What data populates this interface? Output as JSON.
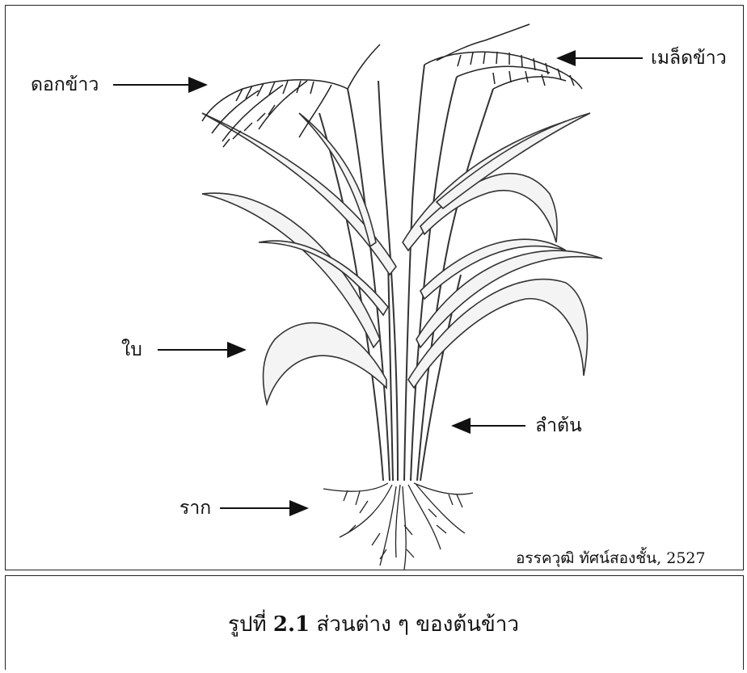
{
  "labels": {
    "flower": "ดอกข้าว",
    "seed": "เมล็ดข้าว",
    "leaf": "ใบ",
    "stem": "ลำต้น",
    "root": "ราก"
  },
  "credit": "อรรควุฒิ  ทัศน์สองชั้น, 2527",
  "caption": {
    "prefix": "รูปที่",
    "number": "2.1",
    "title": "ส่วนต่าง ๆ ของต้นข้าว"
  }
}
